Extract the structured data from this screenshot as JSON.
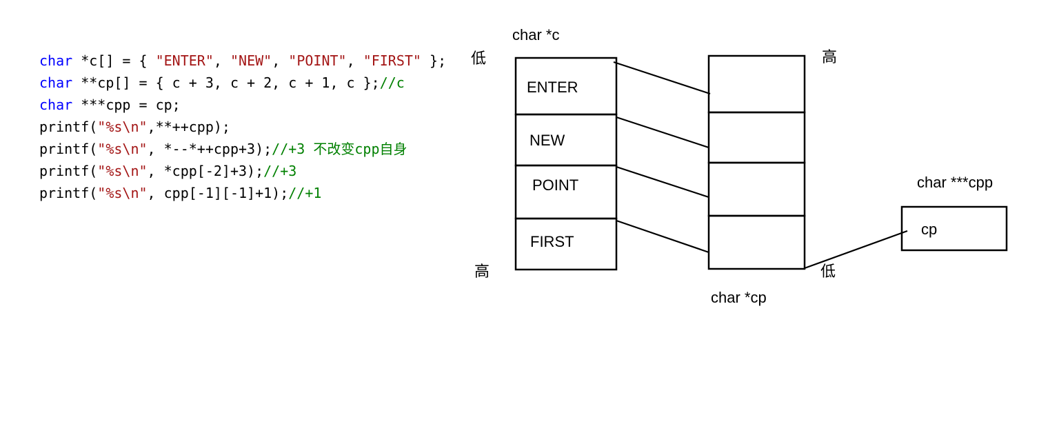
{
  "code": {
    "lines": [
      [
        {
          "t": "char",
          "c": "kw"
        },
        {
          "t": " *c[] = { ",
          "c": ""
        },
        {
          "t": "\"ENTER\"",
          "c": "str"
        },
        {
          "t": ", ",
          "c": ""
        },
        {
          "t": "\"NEW\"",
          "c": "str"
        },
        {
          "t": ", ",
          "c": ""
        },
        {
          "t": "\"POINT\"",
          "c": "str"
        },
        {
          "t": ", ",
          "c": ""
        },
        {
          "t": "\"FIRST\"",
          "c": "str"
        },
        {
          "t": " };",
          "c": ""
        }
      ],
      [
        {
          "t": "char",
          "c": "kw"
        },
        {
          "t": " **cp[] = { c + 3, c + 2, c + 1, c };",
          "c": ""
        },
        {
          "t": "//c",
          "c": "cm"
        }
      ],
      [
        {
          "t": "char",
          "c": "kw"
        },
        {
          "t": " ***cpp = cp;",
          "c": ""
        }
      ],
      [
        {
          "t": "printf(",
          "c": ""
        },
        {
          "t": "\"%s\\n\"",
          "c": "str"
        },
        {
          "t": ",**++cpp);",
          "c": ""
        }
      ],
      [
        {
          "t": "printf(",
          "c": ""
        },
        {
          "t": "\"%s\\n\"",
          "c": "str"
        },
        {
          "t": ", *--*++cpp+3);",
          "c": ""
        },
        {
          "t": "//+3 不改变cpp自身",
          "c": "cm"
        }
      ],
      [
        {
          "t": "printf(",
          "c": ""
        },
        {
          "t": "\"%s\\n\"",
          "c": "str"
        },
        {
          "t": ", *cpp[-2]+3);",
          "c": ""
        },
        {
          "t": "//+3",
          "c": "cm"
        }
      ],
      [
        {
          "t": "printf(",
          "c": ""
        },
        {
          "t": "\"%s\\n\"",
          "c": "str"
        },
        {
          "t": ", cpp[-1][-1]+1);",
          "c": ""
        },
        {
          "t": "//+1",
          "c": "cm"
        }
      ]
    ]
  },
  "diagram": {
    "c_array_title": "char *c",
    "c_cells": [
      "ENTER",
      "NEW",
      "POINT",
      "FIRST"
    ],
    "c_low_label": "低",
    "c_high_label": "高",
    "cp_array_title": "char *cp",
    "cp_high_label": "高",
    "cp_low_label": "低",
    "cpp_title": "char ***cpp",
    "cpp_value": "cp"
  }
}
